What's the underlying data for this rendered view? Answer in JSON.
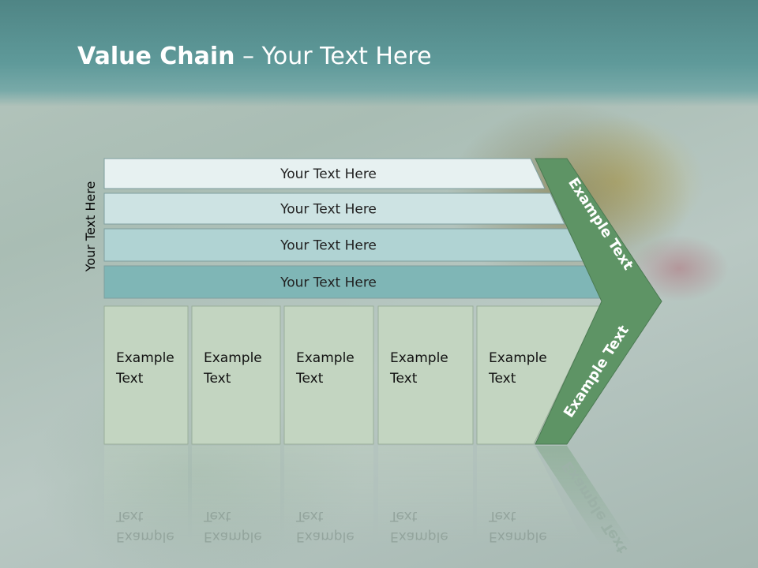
{
  "slide": {
    "title_bold": "Value Chain",
    "title_rest": " – Your Text Here",
    "side_label": "Your Text Here"
  },
  "support_bands": [
    {
      "label": "Your Text Here",
      "color": "#e7f1f1"
    },
    {
      "label": "Your Text Here",
      "color": "#cde3e3"
    },
    {
      "label": "Your Text Here",
      "color": "#b0d3d3"
    },
    {
      "label": "Your Text Here",
      "color": "#7fb6b6"
    }
  ],
  "activity_boxes": [
    {
      "line1": "Example",
      "line2": "Text"
    },
    {
      "line1": "Example",
      "line2": "Text"
    },
    {
      "line1": "Example",
      "line2": "Text"
    },
    {
      "line1": "Example",
      "line2": "Text"
    },
    {
      "line1": "Example",
      "line2": "Text"
    }
  ],
  "chevron": {
    "upper_label": "Example Text",
    "lower_label": "Example Text",
    "color": "#5e9465"
  },
  "colors": {
    "title_band": "#5a9292",
    "box_fill": "#c3d5c1",
    "box_border": "#9aae9a"
  }
}
